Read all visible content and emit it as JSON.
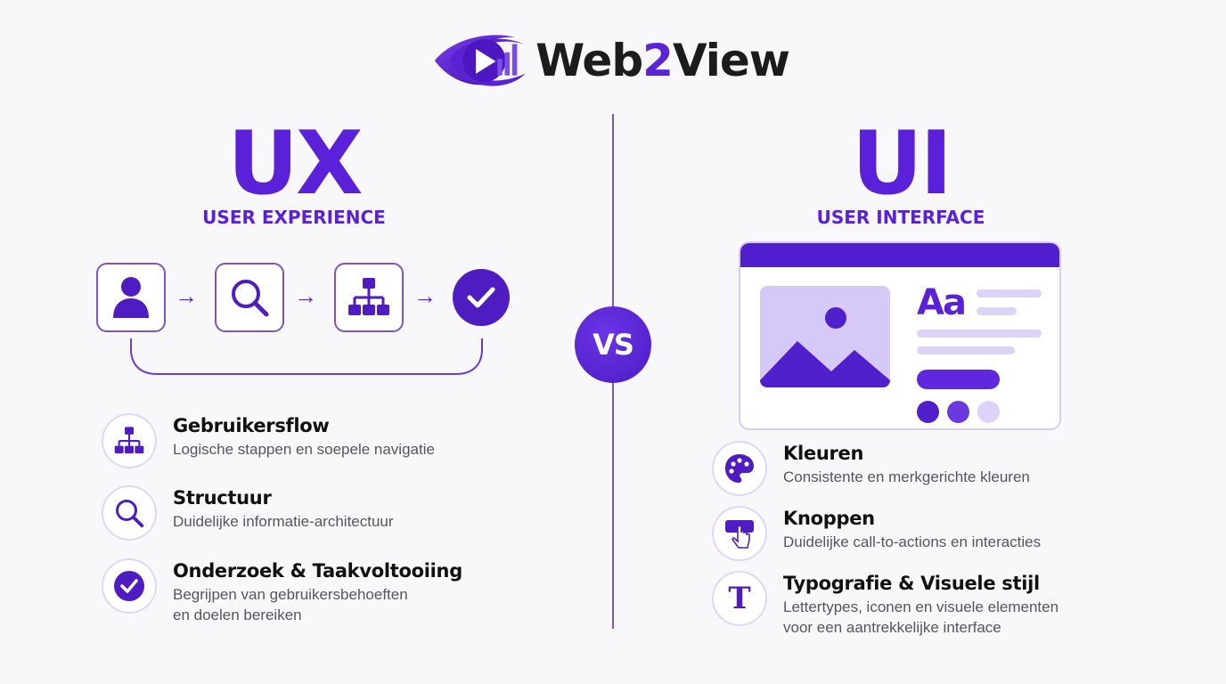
{
  "brand": {
    "name_part1": "Web",
    "name_part2": "2",
    "name_part3": "View",
    "logo_icon": "eye-play-chart-icon"
  },
  "colors": {
    "primary": "#5b21d9",
    "primary_dark": "#4e1cc0",
    "light_purple": "#d6c8f7",
    "divider": "#7b55c8",
    "text_dark": "#111111",
    "text_muted": "#55555d",
    "background": "#f8f8fa"
  },
  "ux": {
    "heading": "UX",
    "subheading": "USER EXPERIENCE",
    "flow": [
      {
        "icon": "user-icon"
      },
      {
        "icon": "search-icon"
      },
      {
        "icon": "sitemap-icon"
      },
      {
        "icon": "check-circle-icon"
      }
    ],
    "flow_arrow": "→",
    "features": [
      {
        "icon": "sitemap-icon",
        "title": "Gebruikersflow",
        "desc_lines": [
          "Logische stappen en soepele navigatie"
        ]
      },
      {
        "icon": "search-icon",
        "title": "Structuur",
        "desc_lines": [
          "Duidelijke informatie-architectuur"
        ]
      },
      {
        "icon": "check-circle-icon",
        "title": "Onderzoek & Taakvoltooiing",
        "desc_lines": [
          "Begrijpen van gebruikersbehoeften",
          "en doelen bereiken"
        ]
      }
    ]
  },
  "vs_label": "VS",
  "ui": {
    "heading": "UI",
    "subheading": "USER INTERFACE",
    "mockup": {
      "type_sample": "Aa",
      "swatches": [
        "#5020cc",
        "#6a3ae0",
        "#ddd2f8"
      ]
    },
    "features": [
      {
        "icon": "palette-icon",
        "title": "Kleuren",
        "desc_lines": [
          "Consistente en merkgerichte kleuren"
        ]
      },
      {
        "icon": "button-click-icon",
        "title": "Knoppen",
        "desc_lines": [
          "Duidelijke call-to-actions en interacties"
        ]
      },
      {
        "icon": "typography-icon",
        "title": "Typografie & Visuele stijl",
        "desc_lines": [
          "Lettertypes, iconen en visuele elementen",
          "voor een aantrekkelijke interface"
        ],
        "icon_glyph": "T"
      }
    ]
  }
}
